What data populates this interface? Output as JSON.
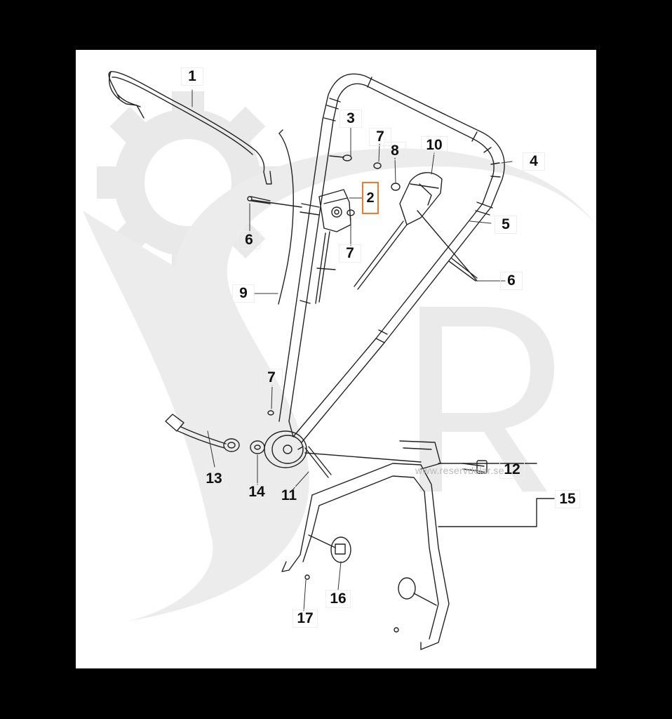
{
  "diagram": {
    "watermark": "www.reservdelar.se",
    "highlighted_part": "2",
    "callouts": [
      {
        "id": "1",
        "label": "1"
      },
      {
        "id": "2",
        "label": "2"
      },
      {
        "id": "3",
        "label": "3"
      },
      {
        "id": "4",
        "label": "4"
      },
      {
        "id": "5",
        "label": "5"
      },
      {
        "id": "6a",
        "label": "6"
      },
      {
        "id": "6b",
        "label": "6"
      },
      {
        "id": "7a",
        "label": "7"
      },
      {
        "id": "7b",
        "label": "7"
      },
      {
        "id": "7c",
        "label": "7"
      },
      {
        "id": "8",
        "label": "8"
      },
      {
        "id": "9",
        "label": "9"
      },
      {
        "id": "10",
        "label": "10"
      },
      {
        "id": "11",
        "label": "11"
      },
      {
        "id": "12",
        "label": "12"
      },
      {
        "id": "13",
        "label": "13"
      },
      {
        "id": "14",
        "label": "14"
      },
      {
        "id": "15",
        "label": "15"
      },
      {
        "id": "16",
        "label": "16"
      },
      {
        "id": "17",
        "label": "17"
      }
    ]
  }
}
